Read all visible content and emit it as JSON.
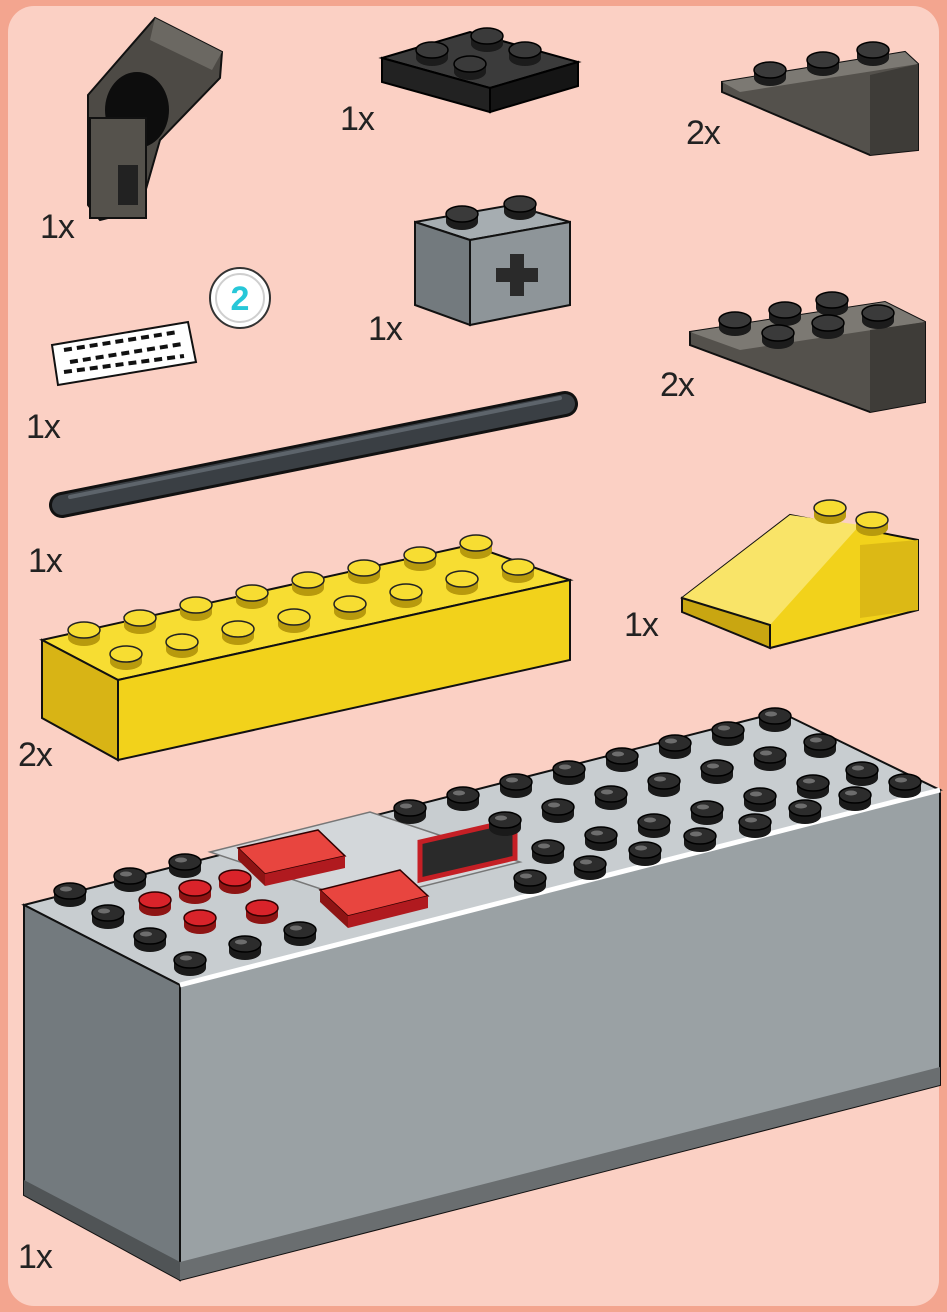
{
  "page": {
    "background": "#f3a58f",
    "panel_color": "#fbd0c4"
  },
  "parts": [
    {
      "id": "angle-connector",
      "quantity": "1x",
      "color": "#4d4a45"
    },
    {
      "id": "plate-2x3-black",
      "quantity": "1x",
      "color": "#2b2b2b"
    },
    {
      "id": "slope-inverted-dark-gray-top",
      "quantity": "2x",
      "color": "#55524d"
    },
    {
      "id": "sticker-sheet",
      "quantity": "1x",
      "callout": "2",
      "callout_color": "#27c7d8"
    },
    {
      "id": "technic-brick-1x2-axle-hole",
      "quantity": "1x",
      "color": "#8e9599"
    },
    {
      "id": "slope-inverted-dark-gray-bottom",
      "quantity": "2x",
      "color": "#55524d"
    },
    {
      "id": "technic-axle-black",
      "quantity": "1x",
      "color": "#2e3236"
    },
    {
      "id": "brick-2x8-yellow",
      "quantity": "2x",
      "color": "#f2d21b"
    },
    {
      "id": "slope-yellow",
      "quantity": "1x",
      "color": "#f2d21b"
    },
    {
      "id": "battery-box-gray",
      "quantity": "1x",
      "color": "#9aa1a4",
      "accent": "#d9232a"
    }
  ]
}
